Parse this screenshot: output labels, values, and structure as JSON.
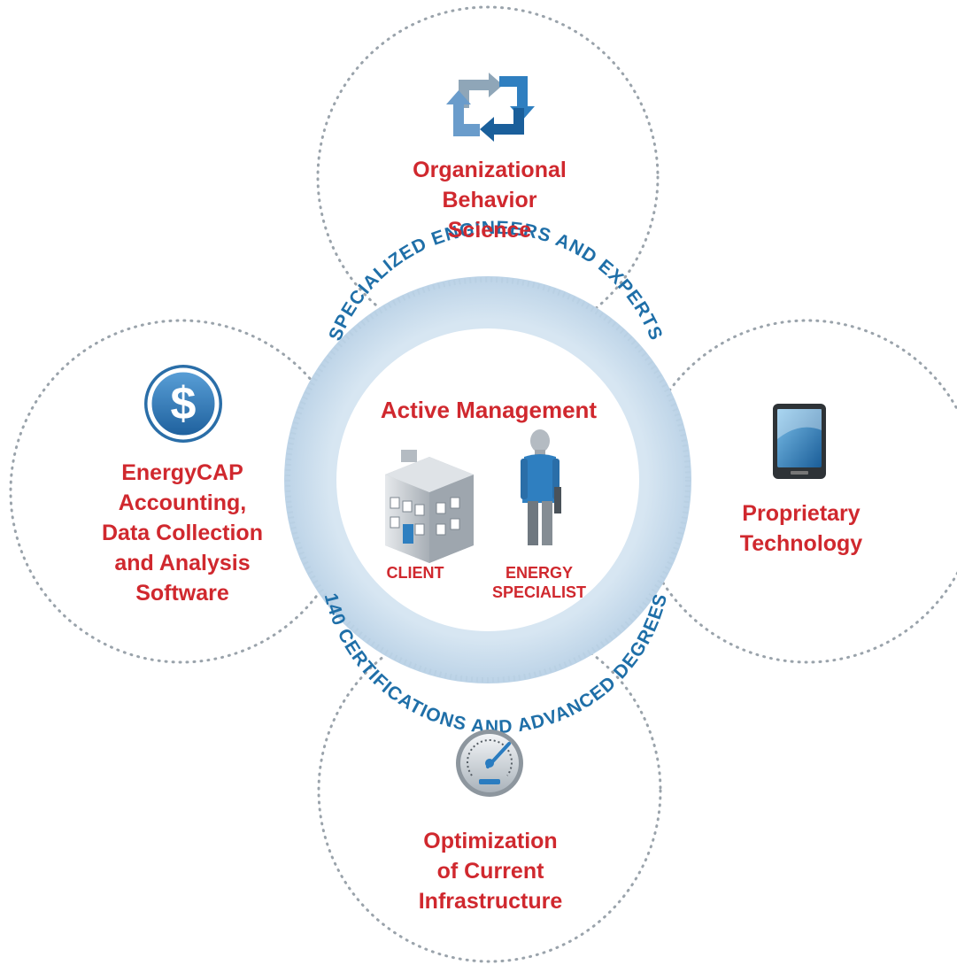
{
  "center": {
    "title": "Active Management",
    "client_label": "CLIENT",
    "specialist_label": [
      "ENERGY",
      "SPECIALIST"
    ],
    "ring_top_text": "SPECIALIZED ENGINEERS AND EXPERTS",
    "ring_bottom_text": "140 CERTIFICATIONS AND ADVANCED DEGREES"
  },
  "outer_circles": {
    "top": {
      "icon": "recycle-arrows-icon",
      "lines": [
        "Organizational",
        "Behavior",
        "Science"
      ]
    },
    "left": {
      "icon": "dollar-coin-icon",
      "lines": [
        "EnergyCAP",
        "Accounting,",
        "Data Collection",
        "and Analysis",
        "Software"
      ]
    },
    "right": {
      "icon": "tablet-icon",
      "lines": [
        "Proprietary",
        "Technology"
      ]
    },
    "bottom": {
      "icon": "speedometer-gauge-icon",
      "lines": [
        "Optimization",
        "of Current",
        "Infrastructure"
      ]
    }
  },
  "colors": {
    "label_red": "#d0282e",
    "ring_blue": "#c9dcec",
    "ring_text_blue": "#1f6fa8",
    "dotted_gray": "#9aa3ab"
  }
}
